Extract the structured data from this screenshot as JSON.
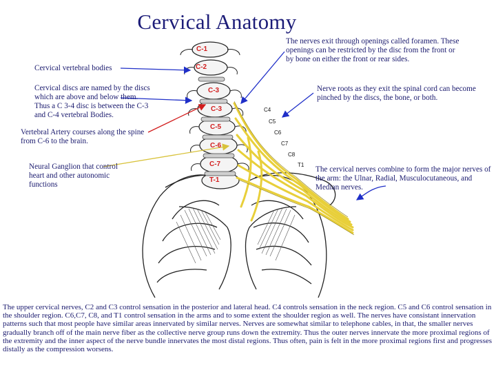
{
  "title": "Cervical Anatomy",
  "callouts": {
    "vertebral_bodies": "Cervical vertebral bodies",
    "discs": "Cervical discs are named by the discs which are above and below them. Thus a C 3-4 disc is between the C-3 and C-4 vertebral Bodies.",
    "artery": "Vertebral Artery courses along the spine from C-6 to the brain.",
    "ganglion": "Neural Ganglion that control heart and other autonomic functions",
    "foramen": "The nerves exit through openings called foramen. These openings can be restricted by the disc from the front or by bone on either the front or rear sides.",
    "nerve_roots": "Nerve roots as they exit the spinal cord can become pinched by the discs, the bone, or both.",
    "combine": "The cervical nerves combine to form the major nerves of the arm: the Ulnar, Radial, Musculocutaneous, and Median nerves."
  },
  "vertebra_labels": [
    "C-1",
    "C-2",
    "C-3",
    "C-3",
    "C-5",
    "C-6",
    "C-7",
    "T-1"
  ],
  "nerve_labels": [
    "C4",
    "C5",
    "C6",
    "C7",
    "C8",
    "T1"
  ],
  "colors": {
    "title": "#1c1c78",
    "text": "#1a1a6e",
    "arrow_blue": "#1f2fc8",
    "arrow_red": "#d21e1e",
    "arrow_yellow": "#d8c23a",
    "nerve": "#e8cf3a",
    "vertebra_label": "#d21e1e"
  },
  "bottom_text": "The upper cervical  nerves, C2 and C3 control sensation in the posterior and lateral head. C4 controls sensation in the neck region. C5 and C6 control sensation in the shoulder region. C6,C7, C8, and T1 control sensation in the arms and to some extent the shoulder region as well. The nerves have consistant innervation patterns such that most people have similar areas innervated by similar nerves. Nerves are somewhat similar to telephone cables, in that, the smaller nerves gradually branch off of the main nerve fiber as the collective nerve group runs down the extremity. Thus the outer nerves innervate the more proximal regions of the extremity and the inner aspect of the nerve bundle innervates the most distal regions. Thus often, pain is felt in the more proximal regions first and progresses distally as the compression worsens."
}
